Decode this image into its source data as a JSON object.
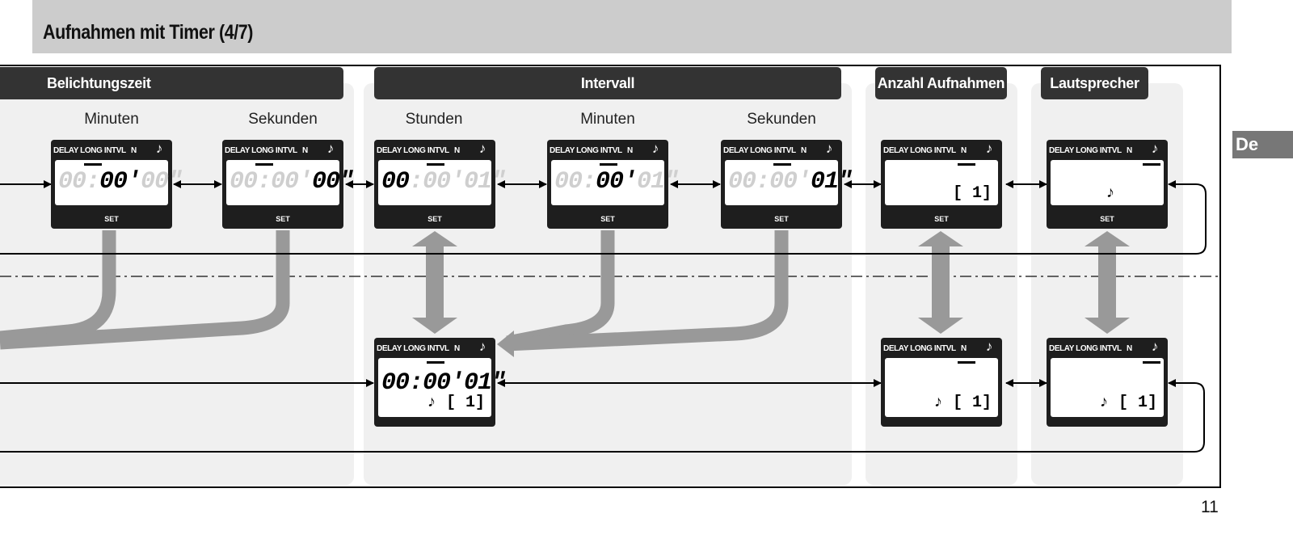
{
  "page": {
    "title": "Aufnahmen mit Timer (4/7)",
    "language_tab": "De",
    "page_number": "11"
  },
  "sections": [
    {
      "id": "belichtungszeit",
      "title": "Belichtungszeit"
    },
    {
      "id": "intervall",
      "title": "Intervall"
    },
    {
      "id": "anzahl",
      "title": "Anzahl Aufnahmen"
    },
    {
      "id": "lautsprecher",
      "title": "Lautsprecher"
    }
  ],
  "columns": [
    "Minuten",
    "Sekunden",
    "Stunden",
    "Minuten",
    "Sekunden"
  ],
  "lcd_common": {
    "indicator": "DELAY LONG INTVL",
    "n_label": "N",
    "note_symbol": "♪",
    "set_label": "SET"
  },
  "lcd_screens": {
    "belichtung_minuten": {
      "dim_before": "00:",
      "on": "00'",
      "dim_after": "00\""
    },
    "belichtung_sekunden": {
      "dim_before": "00:00'",
      "on": "00\"",
      "dim_after": ""
    },
    "intervall_stunden": {
      "dim_before": "",
      "on": "00",
      "dim_after": ":00'01\""
    },
    "intervall_minuten": {
      "dim_before": "00:",
      "on": "00'",
      "dim_after": "01\""
    },
    "intervall_sekunden": {
      "dim_before": "00:00'",
      "on": "01\"",
      "dim_after": ""
    },
    "anzahl_top": {
      "extra": "[  1]"
    },
    "lautsprecher_top": {
      "extra": "♪"
    },
    "intervall_bottom": {
      "on": "00:00'01\"",
      "extra": "♪ [  1]"
    },
    "anzahl_bottom": {
      "extra": "♪ [  1]"
    },
    "lautsprecher_bottom": {
      "extra": "♪ [  1]"
    }
  },
  "colors": {
    "header_bar": "#cccccc",
    "section_header": "#333333",
    "panel": "#f0f0f0",
    "flow_arrow": "#999999",
    "language_tab": "#777777"
  },
  "icons": [
    "double-arrow-icon",
    "return-arrow-icon",
    "thick-flow-arrow-icon",
    "music-note-icon"
  ]
}
